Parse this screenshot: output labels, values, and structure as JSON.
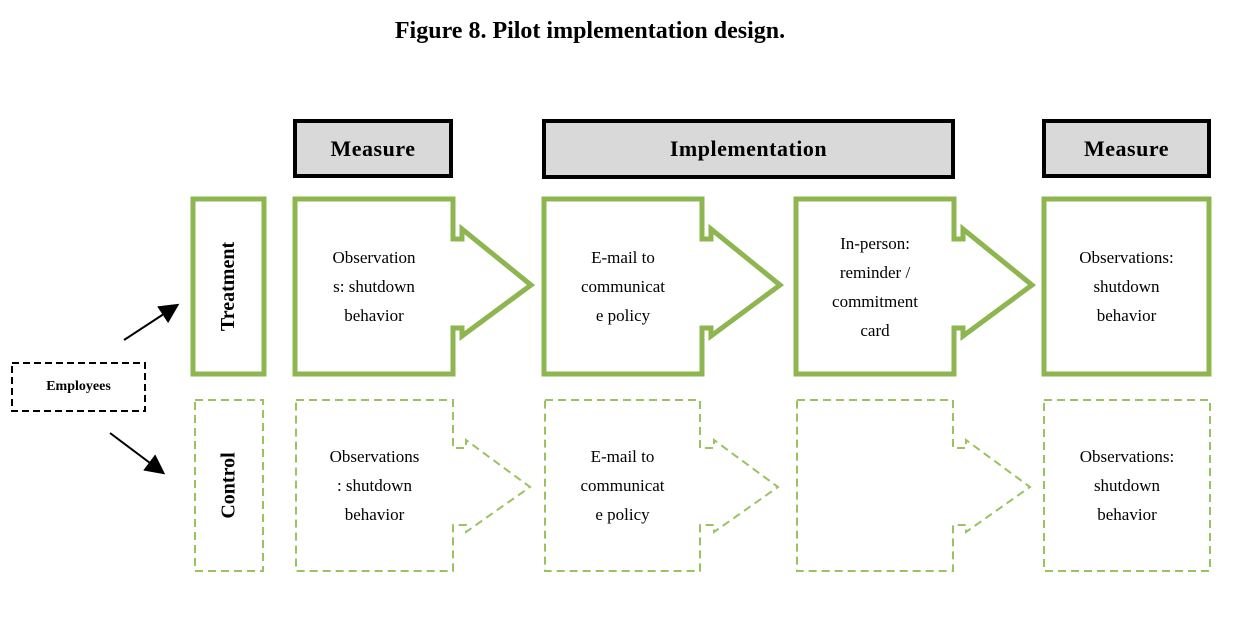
{
  "figure_title": "Figure 8. Pilot implementation design.",
  "headers": {
    "measure_left": "Measure",
    "implementation": "Implementation",
    "measure_right": "Measure"
  },
  "employees_label": "Employees",
  "groups": {
    "treatment": "Treatment",
    "control": "Control"
  },
  "treatment_steps": {
    "pre_observation": "Observation\ns: shutdown\nbehavior",
    "email": "E-mail to\ncommunicat\ne policy",
    "in_person": "In-person:\nreminder /\ncommitment\ncard",
    "post_observation": "Observations:\nshutdown\nbehavior"
  },
  "control_steps": {
    "pre_observation": "Observations\n: shutdown\nbehavior",
    "email": "E-mail to\ncommunicat\ne policy",
    "in_person": "",
    "post_observation": "Observations:\nshutdown\nbehavior"
  },
  "colors": {
    "treatment_green": "#8db650",
    "control_green": "#9bc260",
    "header_fill": "#d9d9d9",
    "text": "#000000"
  }
}
